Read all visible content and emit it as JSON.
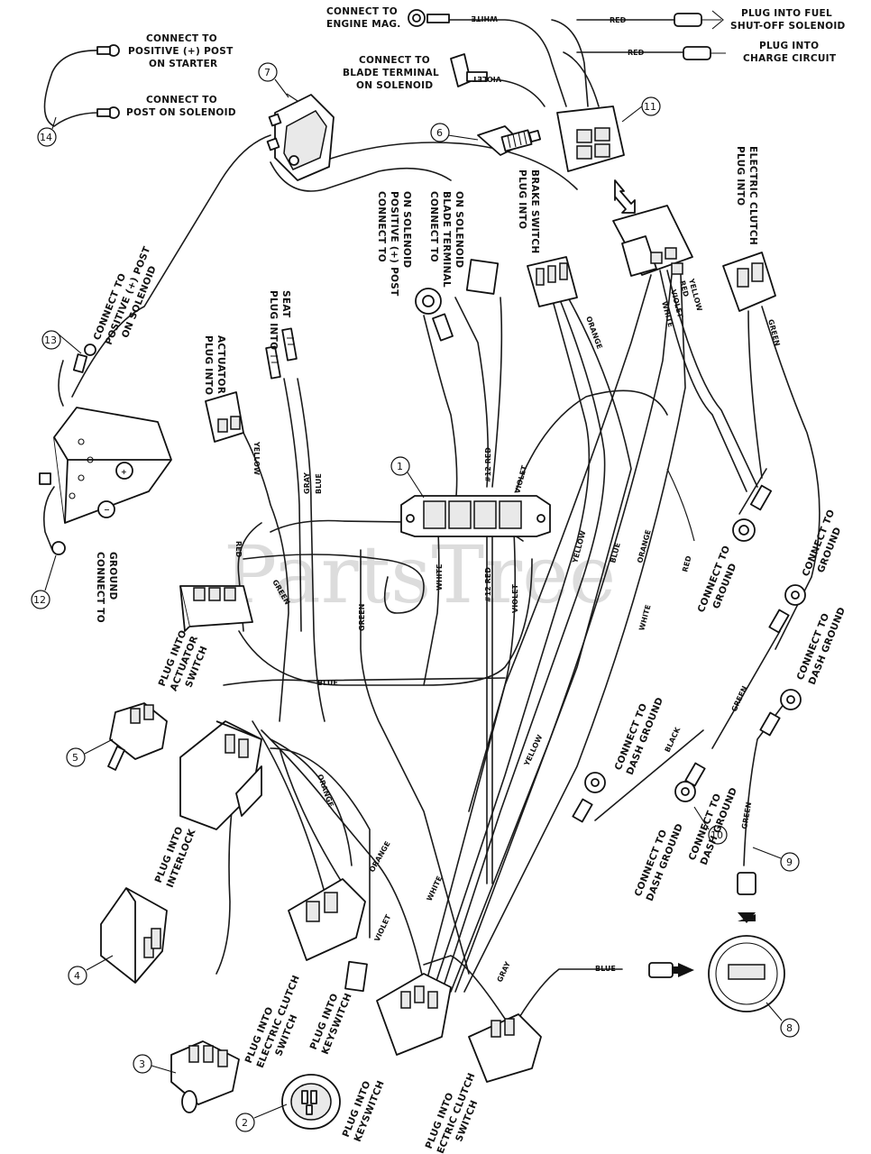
{
  "watermark": "PartsTree",
  "labels": {
    "engine_mag": [
      "CONNECT TO",
      "ENGINE MAG."
    ],
    "fuel_solenoid": [
      "PLUG INTO FUEL",
      "SHUT-OFF SOLENOID"
    ],
    "charge_circuit": [
      "PLUG INTO",
      "CHARGE CIRCUIT"
    ],
    "starter_post": [
      "CONNECT TO",
      "POSITIVE (+) POST",
      "ON STARTER"
    ],
    "solenoid_post": [
      "CONNECT TO",
      "POST ON SOLENOID"
    ],
    "blade_terminal_top": [
      "CONNECT TO",
      "BLADE TERMINAL",
      "ON SOLENOID"
    ],
    "blade_terminal_rot": [
      "CONNECT TO",
      "BLADE TERMINAL",
      "ON SOLENOID"
    ],
    "positive_post_rot": [
      "CONNECT TO",
      "POSITIVE (+) POST",
      "ON SOLENOID"
    ],
    "positive_post_left": [
      "CONNECT TO",
      "POSITIVE (+) POST",
      "ON SOLENOID"
    ],
    "brake_switch": [
      "PLUG INTO",
      "BRAKE SWITCH"
    ],
    "electric_clutch": [
      "PLUG INTO",
      "ELECTRIC CLUTCH"
    ],
    "actuator": [
      "PLUG INTO",
      "ACTUATOR"
    ],
    "seat": [
      "PLUG INTO",
      "SEAT"
    ],
    "ground_left": [
      "CONNECT TO",
      "GROUND"
    ],
    "actuator_switch": [
      "PLUG INTO",
      "ACTUATOR",
      "SWITCH"
    ],
    "interlock": [
      "PLUG INTO",
      "INTERLOCK"
    ],
    "clutch_switch_left": [
      "PLUG INTO",
      "ELECTRIC CLUTCH",
      "SWITCH"
    ],
    "keyswitch_a": [
      "PLUG INTO",
      "KEYSWITCH"
    ],
    "keyswitch_b": [
      "PLUG INTO",
      "KEYSWITCH"
    ],
    "clutch_switch_right": [
      "PLUG INTO",
      "ECTRIC CLUTCH",
      "SWITCH"
    ],
    "ground_mid": [
      "CONNECT TO",
      "GROUND"
    ],
    "ground_right": [
      "CONNECT TO",
      "GROUND"
    ],
    "dash_ground_a": [
      "CONNECT TO",
      "DASH GROUND"
    ],
    "dash_ground_b": [
      "CONNECT TO",
      "DASH GROUND"
    ],
    "dash_ground_c": [
      "CONNECT TO",
      "DASH GROUND"
    ],
    "dash_ground_d": [
      "CONNECT TO",
      "DASH GROUND"
    ]
  },
  "wire_colors": {
    "white_top": "WHITE",
    "red_a": "RED",
    "red_b": "RED",
    "violet_top": "VIOLET",
    "orange_brake": "ORANGE",
    "white_ec": "WHITE",
    "violet_ec": "VIOLET",
    "red_ec": "RED",
    "yellow_ec": "YELLOW",
    "green_clutch": "GREEN",
    "red12_top": "#12 RED",
    "violet_blk": "VIOLET",
    "white_blk": "WHITE",
    "red12_bot": "#12 RED",
    "violet_bot": "VIOLET",
    "yellow_mid": "YELLOW",
    "blue_mid": "BLUE",
    "orange_mid": "ORANGE",
    "red_mid": "RED",
    "white_mid": "WHITE",
    "black_mid": "BLACK",
    "green_right": "GREEN",
    "green_9": "GREEN",
    "gray_seat": "GRAY",
    "blue_seat": "BLUE",
    "yellow_act": "YELLOW",
    "red_left": "RED",
    "green_left": "GREEN",
    "green_long": "GREEN",
    "blue_horiz": "BLUE",
    "orange_int": "ORANGE",
    "orange_int2": "ORANGE",
    "white_low": "WHITE",
    "violet_low": "VIOLET",
    "yellow_low": "YELLOW",
    "gray_low": "GRAY",
    "blue_low": "BLUE"
  },
  "callouts": [
    "1",
    "2",
    "3",
    "4",
    "5",
    "6",
    "7",
    "8",
    "9",
    "10",
    "11",
    "12",
    "13",
    "14"
  ]
}
